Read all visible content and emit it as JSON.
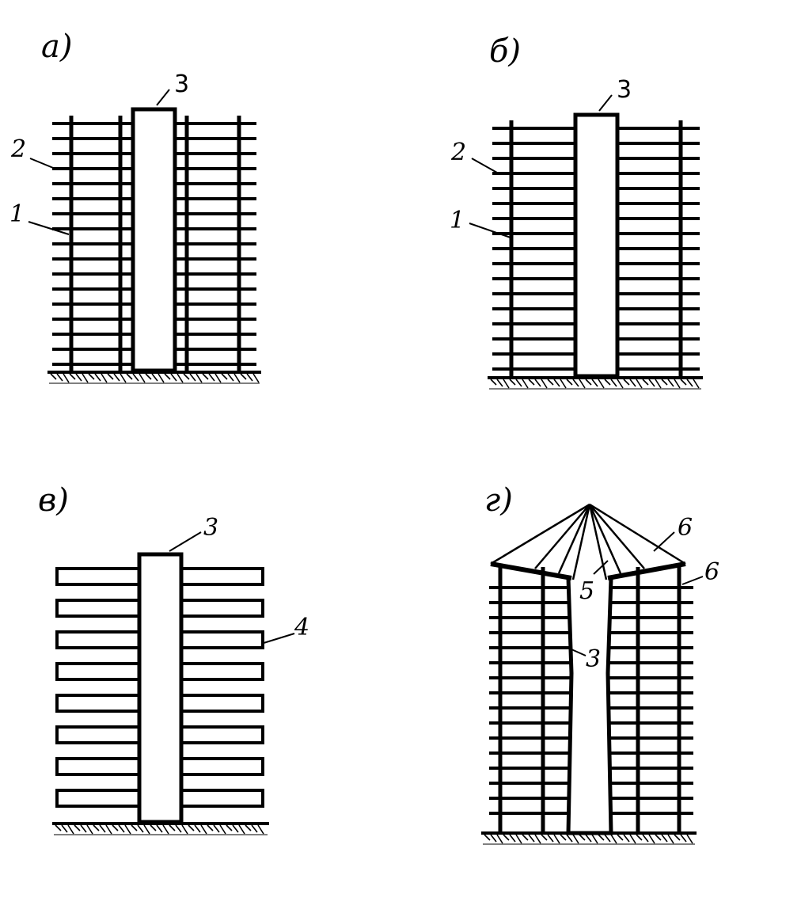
{
  "colors": {
    "ink": "#000000",
    "paper": "#ffffff"
  },
  "panels": {
    "a": {
      "label": "а)",
      "callouts": {
        "c1": "1",
        "c2": "2",
        "c3": "3"
      }
    },
    "b": {
      "label": "б)",
      "callouts": {
        "c1": "1",
        "c2": "2",
        "c3": "3"
      }
    },
    "v": {
      "label": "в)",
      "callouts": {
        "c3": "3",
        "c4": "4"
      }
    },
    "g": {
      "label": "г)",
      "callouts": {
        "c3": "3",
        "c5": "5",
        "c6a": "6",
        "c6b": "6"
      }
    }
  }
}
